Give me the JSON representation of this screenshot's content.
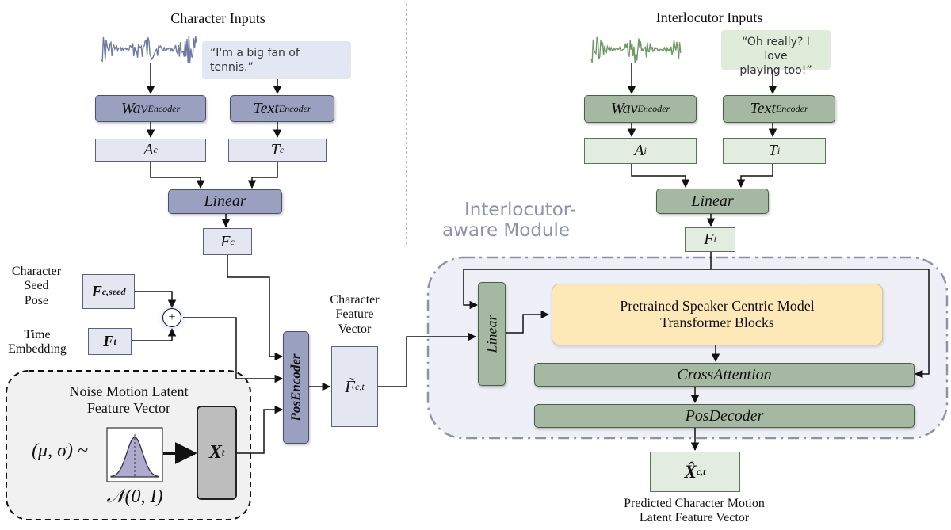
{
  "character": {
    "title": "Character Inputs",
    "quote": "“I'm a big fan of tennis.”",
    "wav_encoder": "Wav",
    "wav_encoder_sub": "Encoder",
    "text_encoder": "Text",
    "text_encoder_sub": "Encoder",
    "audio_feat": "A",
    "audio_feat_sub": "c",
    "text_feat": "T",
    "text_feat_sub": "c",
    "linear": "Linear",
    "fused": "F",
    "fused_sub": "c"
  },
  "interlocutor": {
    "title": "Interlocutor Inputs",
    "quote_line1": "“Oh really? I love",
    "quote_line2": "playing too!”",
    "wav_encoder": "Wav",
    "wav_encoder_sub": "Encoder",
    "text_encoder": "Text",
    "text_encoder_sub": "Encoder",
    "audio_feat": "A",
    "audio_feat_sub": "i",
    "text_feat": "T",
    "text_feat_sub": "i",
    "linear": "Linear",
    "fused": "F",
    "fused_sub": "i"
  },
  "seed": {
    "label_line1": "Character",
    "label_line2": "Seed",
    "label_line3": "Pose",
    "box": "F",
    "box_sub": "c,seed",
    "plus": "+"
  },
  "time": {
    "label_line1": "Time",
    "label_line2": "Embedding",
    "box": "F",
    "box_sub": "t"
  },
  "noise": {
    "title_line1": "Noise Motion Latent",
    "title_line2": "Feature Vector",
    "dist_lhs": "(μ, σ) ~",
    "dist_name": "𝒩(0, I)",
    "latent": "X",
    "latent_sub": "t"
  },
  "pos_encoder": "PosEncoder",
  "char_feature": {
    "label_line1": "Character",
    "label_line2": "Feature",
    "label_line3": "Vector",
    "box": "F̃",
    "box_sub": "c,t"
  },
  "module": {
    "title_line1": "Interlocutor-",
    "title_line2": "aware Module",
    "linear": "Linear",
    "pretrained_line1": "Pretrained Speaker Centric Model",
    "pretrained_line2": "Transformer Blocks",
    "cross_attention": "CrossAttention",
    "pos_decoder": "PosDecoder"
  },
  "output": {
    "box": "X̂",
    "box_sub": "c,t",
    "label_line1": "Predicted Character Motion",
    "label_line2": "Latent Feature Vector"
  },
  "colors": {
    "blue_box": "#9aa0c0",
    "blue_light": "#e4e6f2",
    "green_box": "#a5b8a2",
    "green_light": "#e2ecdf",
    "pretrained_fill": "#fde9b8",
    "module_fill": "#eeeff7"
  }
}
